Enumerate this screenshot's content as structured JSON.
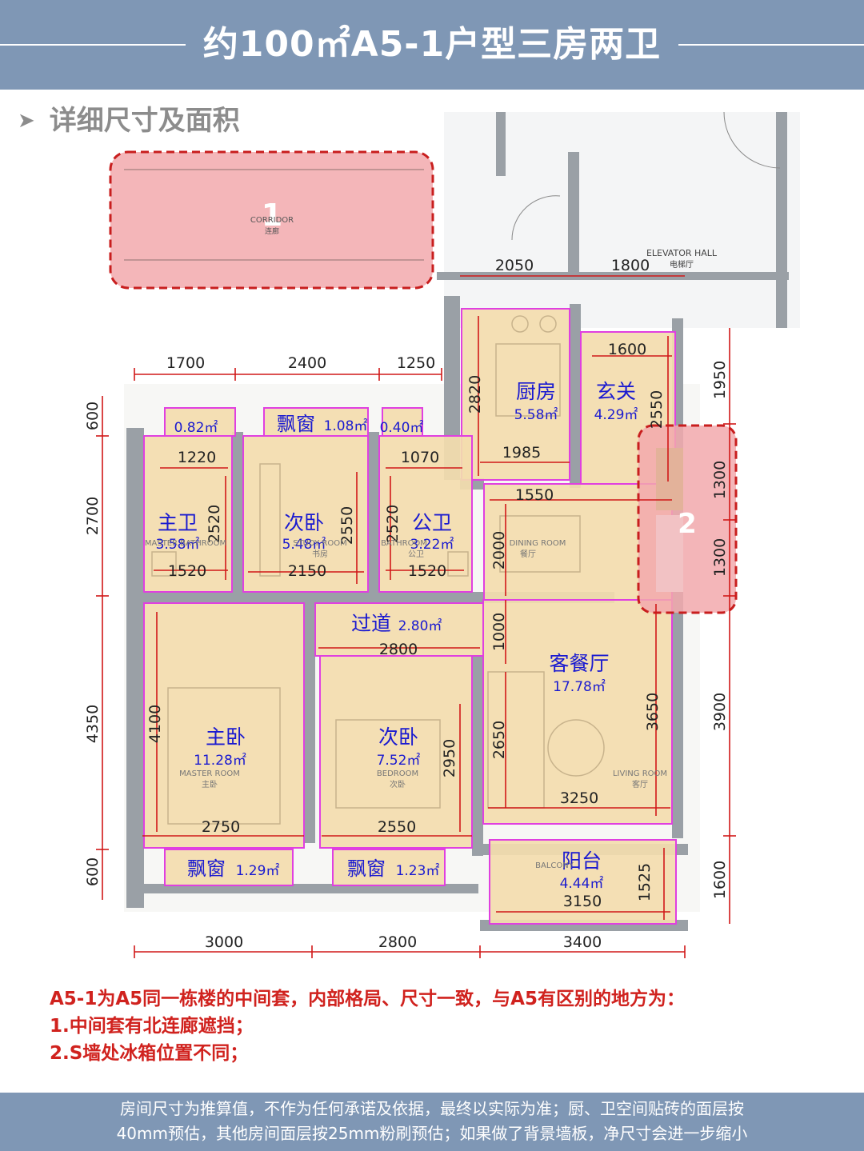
{
  "header": {
    "title": "约100㎡A5-1户型三房两卫"
  },
  "subtitle": "详细尺寸及面积",
  "colors": {
    "header_bg": "#7f97b5",
    "room_fill": "#f3dcae",
    "room_outline": "#e040e0",
    "dim_line": "#d01818",
    "highlight": "#f2a9ad",
    "label_blue": "#1a1ad0",
    "note_red": "#d0221e"
  },
  "plan": {
    "corridor": {
      "marker": "1",
      "label_en": "CORRIDOR",
      "label_cn": "连廊"
    },
    "elevator": {
      "label_en": "ELEVATOR HALL",
      "label_cn": "电梯厅"
    },
    "s_wall": {
      "marker": "2"
    },
    "rooms": {
      "kitchen": {
        "name": "厨房",
        "area": "5.58㎡",
        "w": "1985",
        "h": "2820"
      },
      "foyer": {
        "name": "玄关",
        "area": "4.29㎡",
        "w": "1600",
        "h": "2550"
      },
      "master_bath": {
        "name": "主卫",
        "area": "3.58㎡",
        "en": "MASTER BATHROOM",
        "w_top": "1220",
        "w_bottom": "1520",
        "h": "2520"
      },
      "master_bath_window": {
        "area": "0.82㎡"
      },
      "bedroom2": {
        "name": "次卧",
        "area": "5.48㎡",
        "en": "STUDY ROOM",
        "cn": "书房",
        "w": "2150",
        "h": "2550"
      },
      "bedroom2_window": {
        "name": "飘窗",
        "area": "1.08㎡"
      },
      "public_bath": {
        "name": "公卫",
        "area": "3.22㎡",
        "en": "BATHROOM",
        "cn": "公卫",
        "w_top": "1070",
        "w_bottom": "1520",
        "h": "2520"
      },
      "public_bath_window": {
        "area": "0.40㎡"
      },
      "dining": {
        "en": "DINING ROOM",
        "cn": "餐厅",
        "w": "1550",
        "h": "2000"
      },
      "hallway": {
        "name": "过道",
        "area": "2.80㎡",
        "w": "2800",
        "h": "1000"
      },
      "living": {
        "name": "客餐厅",
        "area": "17.78㎡",
        "en": "LIVING ROOM",
        "cn": "客厅",
        "w": "3250",
        "h_left": "2650",
        "h_right": "3650"
      },
      "master_bed": {
        "name": "主卧",
        "area": "11.28㎡",
        "en": "MASTER ROOM",
        "cn": "主卧",
        "w": "2750",
        "h": "4100"
      },
      "master_bed_window": {
        "name": "飘窗",
        "area": "1.29㎡"
      },
      "bedroom3": {
        "name": "次卧",
        "area": "7.52㎡",
        "en": "BEDROOM",
        "cn": "次卧",
        "w": "2550",
        "h": "2950"
      },
      "bedroom3_window": {
        "name": "飘窗",
        "area": "1.23㎡"
      },
      "balcony": {
        "name": "阳台",
        "area": "4.44㎡",
        "en": "BALCONY",
        "w": "3150",
        "h": "1525"
      }
    },
    "dims": {
      "top_outer": [
        "1700",
        "2400",
        "1250"
      ],
      "top_corridor": [
        "2050",
        "1800"
      ],
      "bottom_outer": [
        "3000",
        "2800",
        "3400"
      ],
      "left_outer": [
        "600",
        "2700",
        "4350",
        "600"
      ],
      "right_outer": [
        "1950",
        "1300",
        "1300",
        "3900",
        "1600"
      ]
    }
  },
  "notes": [
    "A5-1为A5同一栋楼的中间套，内部格局、尺寸一致，与A5有区别的地方为：",
    "1.中间套有北连廊遮挡；",
    "2.S墙处冰箱位置不同；"
  ],
  "footer": [
    "房间尺寸为推算值，不作为任何承诺及依据，最终以实际为准；厨、卫空间贴砖的面层按",
    "40mm预估，其他房间面层按25mm粉刷预估；如果做了背景墙板，净尺寸会进一步缩小"
  ]
}
